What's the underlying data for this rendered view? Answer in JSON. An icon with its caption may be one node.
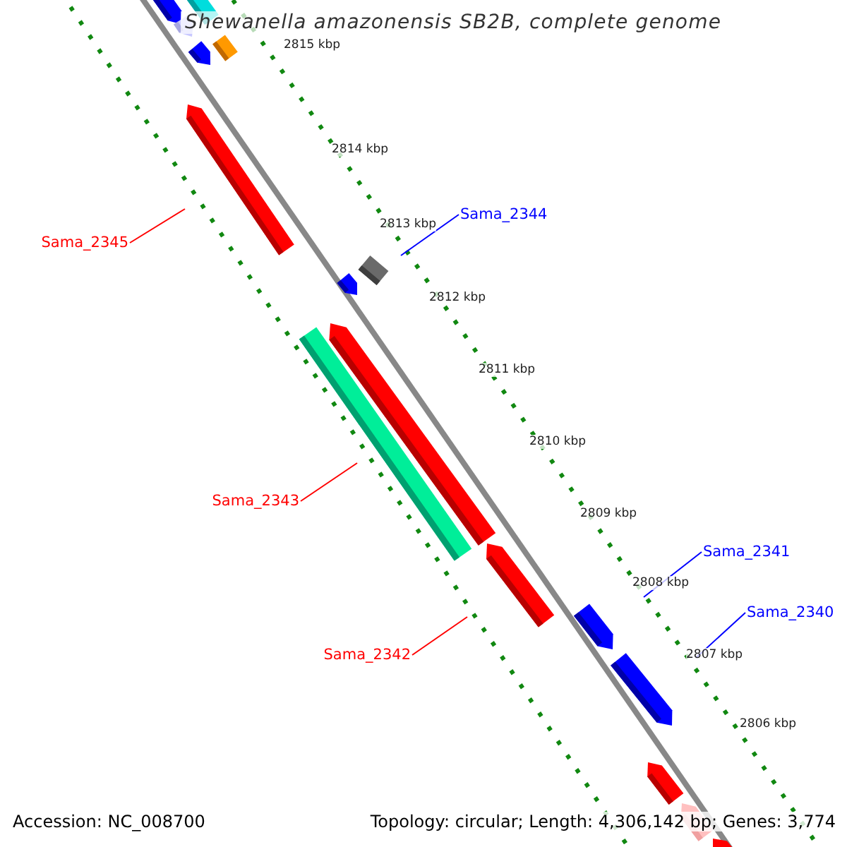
{
  "diagram": {
    "title": "Shewanella amazonensis SB2B, complete genome",
    "nodes": [
      {
        "text": [],
        "shape": "bar"
      },
      {
        "text": [],
        "shape": "bar"
      },
      {
        "text": [],
        "shape": "bar"
      },
      {
        "text": [],
        "shape": "bar"
      },
      {
        "text": [],
        "shape": "bar"
      },
      {
        "text": [
          "Sama_2345"
        ]
      },
      {
        "text": [],
        "shape": "bar"
      },
      {
        "text": [
          "Sama_2344"
        ]
      },
      {
        "text": [],
        "shape": "box"
      },
      {
        "text": [],
        "shape": "bar"
      },
      {
        "text": [],
        "shape": "bar"
      },
      {
        "text": [
          "Sama_2343"
        ]
      },
      {
        "text": [],
        "shape": "bar"
      },
      {
        "text": [
          "Sama_2342"
        ]
      },
      {
        "text": [],
        "shape": "bar"
      },
      {
        "text": [
          "Sama_2341"
        ]
      },
      {
        "text": [],
        "shape": "bar"
      },
      {
        "text": [
          "Sama_2340"
        ]
      },
      {
        "text": [],
        "shape": "bar"
      },
      {
        "text": [],
        "shape": "bar"
      },
      {
        "text": [],
        "shape": "bar"
      },
      {
        "text": [],
        "shape": "bar"
      }
    ],
    "edges": [
      {
        "from": 5,
        "to": 6,
        "arrow": "none"
      },
      {
        "from": 7,
        "to": 8,
        "arrow": "none",
        "color": "#0000ff"
      },
      {
        "from": 11,
        "to": 12,
        "arrow": "none"
      },
      {
        "from": 13,
        "to": 14,
        "arrow": "none"
      },
      {
        "from": 15,
        "to": 16,
        "arrow": "none",
        "color": "#0000ff"
      },
      {
        "from": 17,
        "to": 18,
        "arrow": "none",
        "color": "#0000ff"
      }
    ],
    "labels": [
      "2815 kbp",
      "2814 kbp",
      "2813 kbp",
      "2812 kbp",
      "2811 kbp",
      "2810 kbp",
      "2809 kbp",
      "2808 kbp",
      "2807 kbp",
      "2806 kbp",
      "Accession: NC_008700",
      "Topology: circular; Length: 4,306,142 bp; Genes: 3,774"
    ]
  }
}
